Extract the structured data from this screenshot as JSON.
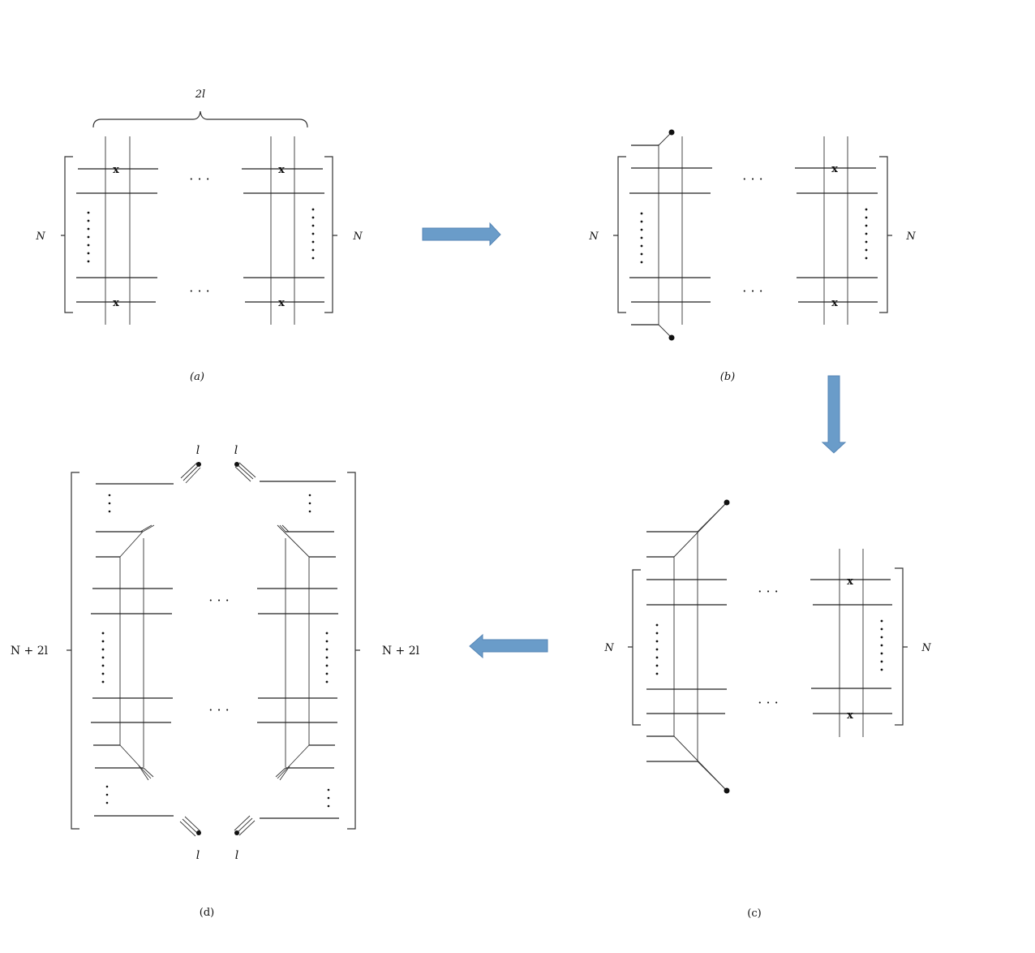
{
  "panels": {
    "a": {
      "caption": "(a)",
      "top_label": "2l",
      "left_label": "N",
      "right_label": "N"
    },
    "b": {
      "caption": "(b)",
      "left_label": "N",
      "right_label": "N"
    },
    "c": {
      "caption": "(c)",
      "left_label": "N",
      "right_label": "N"
    },
    "d": {
      "caption": "(d)",
      "left_label": "N + 2l",
      "right_label": "N + 2l",
      "top_left_label": "l",
      "top_right_label": "l",
      "bottom_left_label": "l",
      "bottom_right_label": "l"
    }
  },
  "ellipsis": "· · ·",
  "colors": {
    "arrow": "#6a9cc9",
    "arrow_edge": "#5585b5",
    "line": "#222222"
  }
}
